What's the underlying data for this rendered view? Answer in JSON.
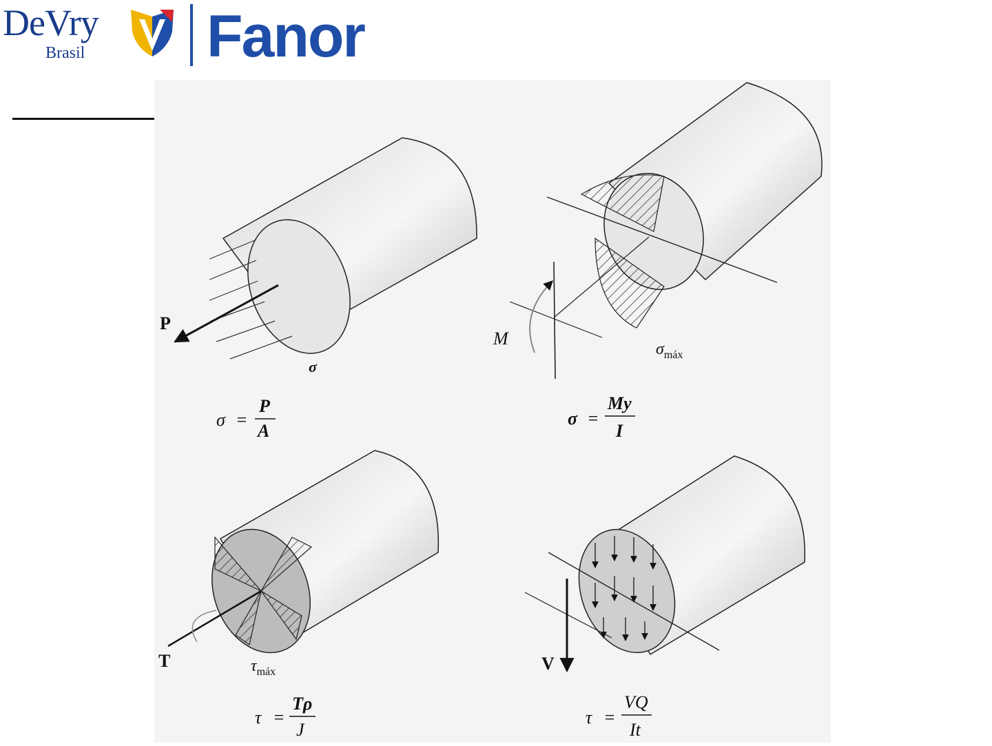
{
  "header": {
    "logo_devry": "DeVry",
    "logo_brasil": "Brasil",
    "logo_fanor": "Fanor"
  },
  "colors": {
    "brand_blue": "#1f4ea8",
    "shield_yellow": "#f0b400",
    "shield_red": "#d7262e"
  },
  "diagrams": {
    "axial": {
      "load_label": "P",
      "stress_label": "σ",
      "formula_lhs": "σ",
      "formula_num": "P",
      "formula_den": "A"
    },
    "bending": {
      "load_label": "M",
      "stress_label": "σ",
      "stress_sub": "máx",
      "formula_lhs": "σ",
      "formula_num": "My",
      "formula_den": "I"
    },
    "torsion": {
      "load_label": "T",
      "stress_label": "τ",
      "stress_sub": "máx",
      "formula_lhs": "τ",
      "formula_num": "Tρ",
      "formula_den": "J"
    },
    "shear": {
      "load_label": "V",
      "formula_lhs": "τ",
      "formula_num": "VQ",
      "formula_den": "It"
    }
  }
}
